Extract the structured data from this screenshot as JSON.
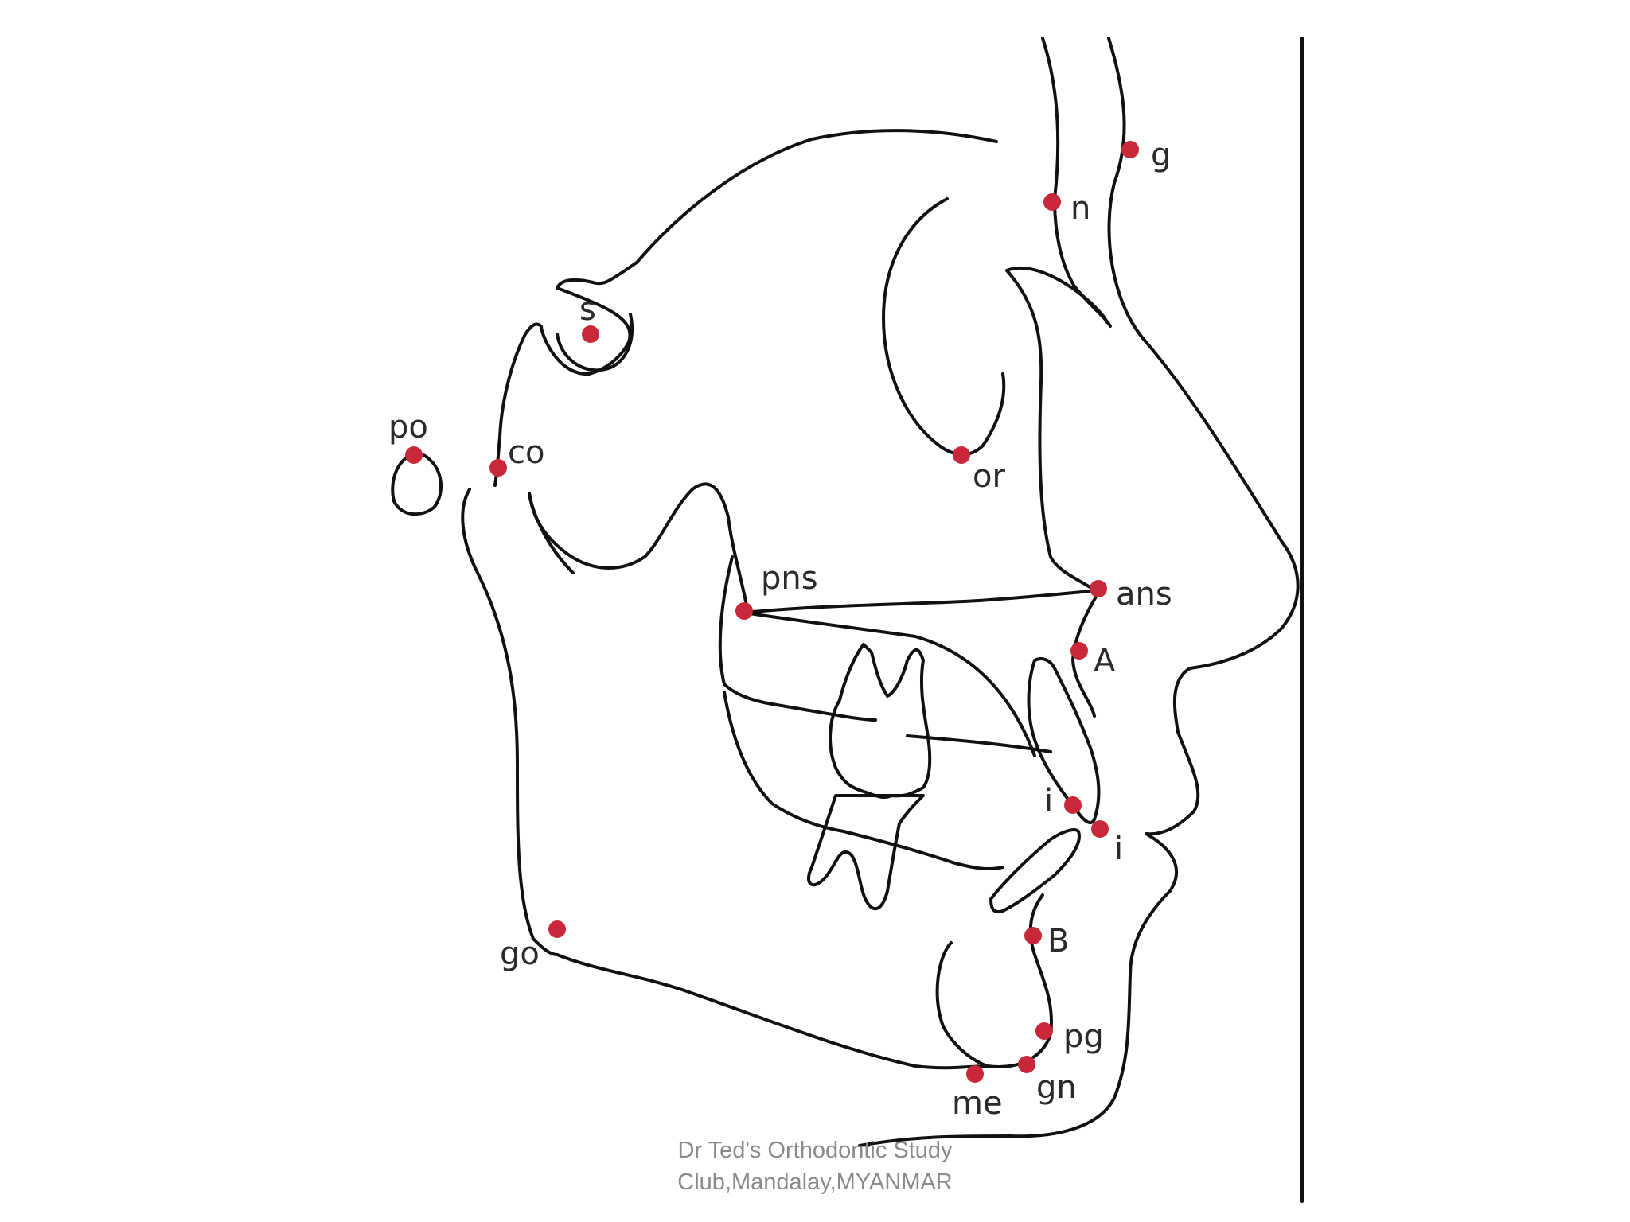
{
  "colors": {
    "line": "#111111",
    "landmark": "#c8283a",
    "label": "#2a2a2a",
    "footer": "#8a8a8a"
  },
  "landmarks": [
    {
      "id": "g",
      "label": "g"
    },
    {
      "id": "n",
      "label": "n"
    },
    {
      "id": "s",
      "label": "s"
    },
    {
      "id": "po",
      "label": "po"
    },
    {
      "id": "co",
      "label": "co"
    },
    {
      "id": "or",
      "label": "or"
    },
    {
      "id": "pns",
      "label": "pns"
    },
    {
      "id": "ans",
      "label": "ans"
    },
    {
      "id": "A",
      "label": "A"
    },
    {
      "id": "i_upper",
      "label": "i"
    },
    {
      "id": "i_lower",
      "label": "i"
    },
    {
      "id": "B",
      "label": "B"
    },
    {
      "id": "go",
      "label": "go"
    },
    {
      "id": "pg",
      "label": "pg"
    },
    {
      "id": "gn",
      "label": "gn"
    },
    {
      "id": "me",
      "label": "me"
    }
  ],
  "footer": {
    "line1": "Dr Ted's Orthodontic Study",
    "line2": "Club,Mandalay,MYANMAR"
  }
}
